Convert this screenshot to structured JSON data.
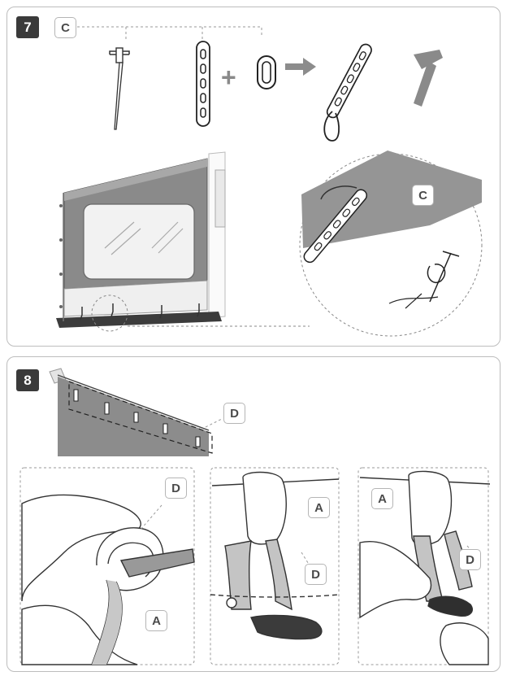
{
  "steps": [
    {
      "number": "7",
      "part_label": "C",
      "callout_label": "C"
    },
    {
      "number": "8",
      "part_label": "D",
      "details": [
        {
          "labels": [
            "D",
            "A"
          ]
        },
        {
          "labels": [
            "A",
            "D"
          ]
        },
        {
          "labels": [
            "A",
            "D"
          ]
        }
      ]
    }
  ],
  "plus_sign": "+",
  "icons": [
    "peg-icon",
    "rubber-strap-icon",
    "ring-icon",
    "arrow-right-icon",
    "strap-assembled-icon",
    "hammer-icon"
  ]
}
